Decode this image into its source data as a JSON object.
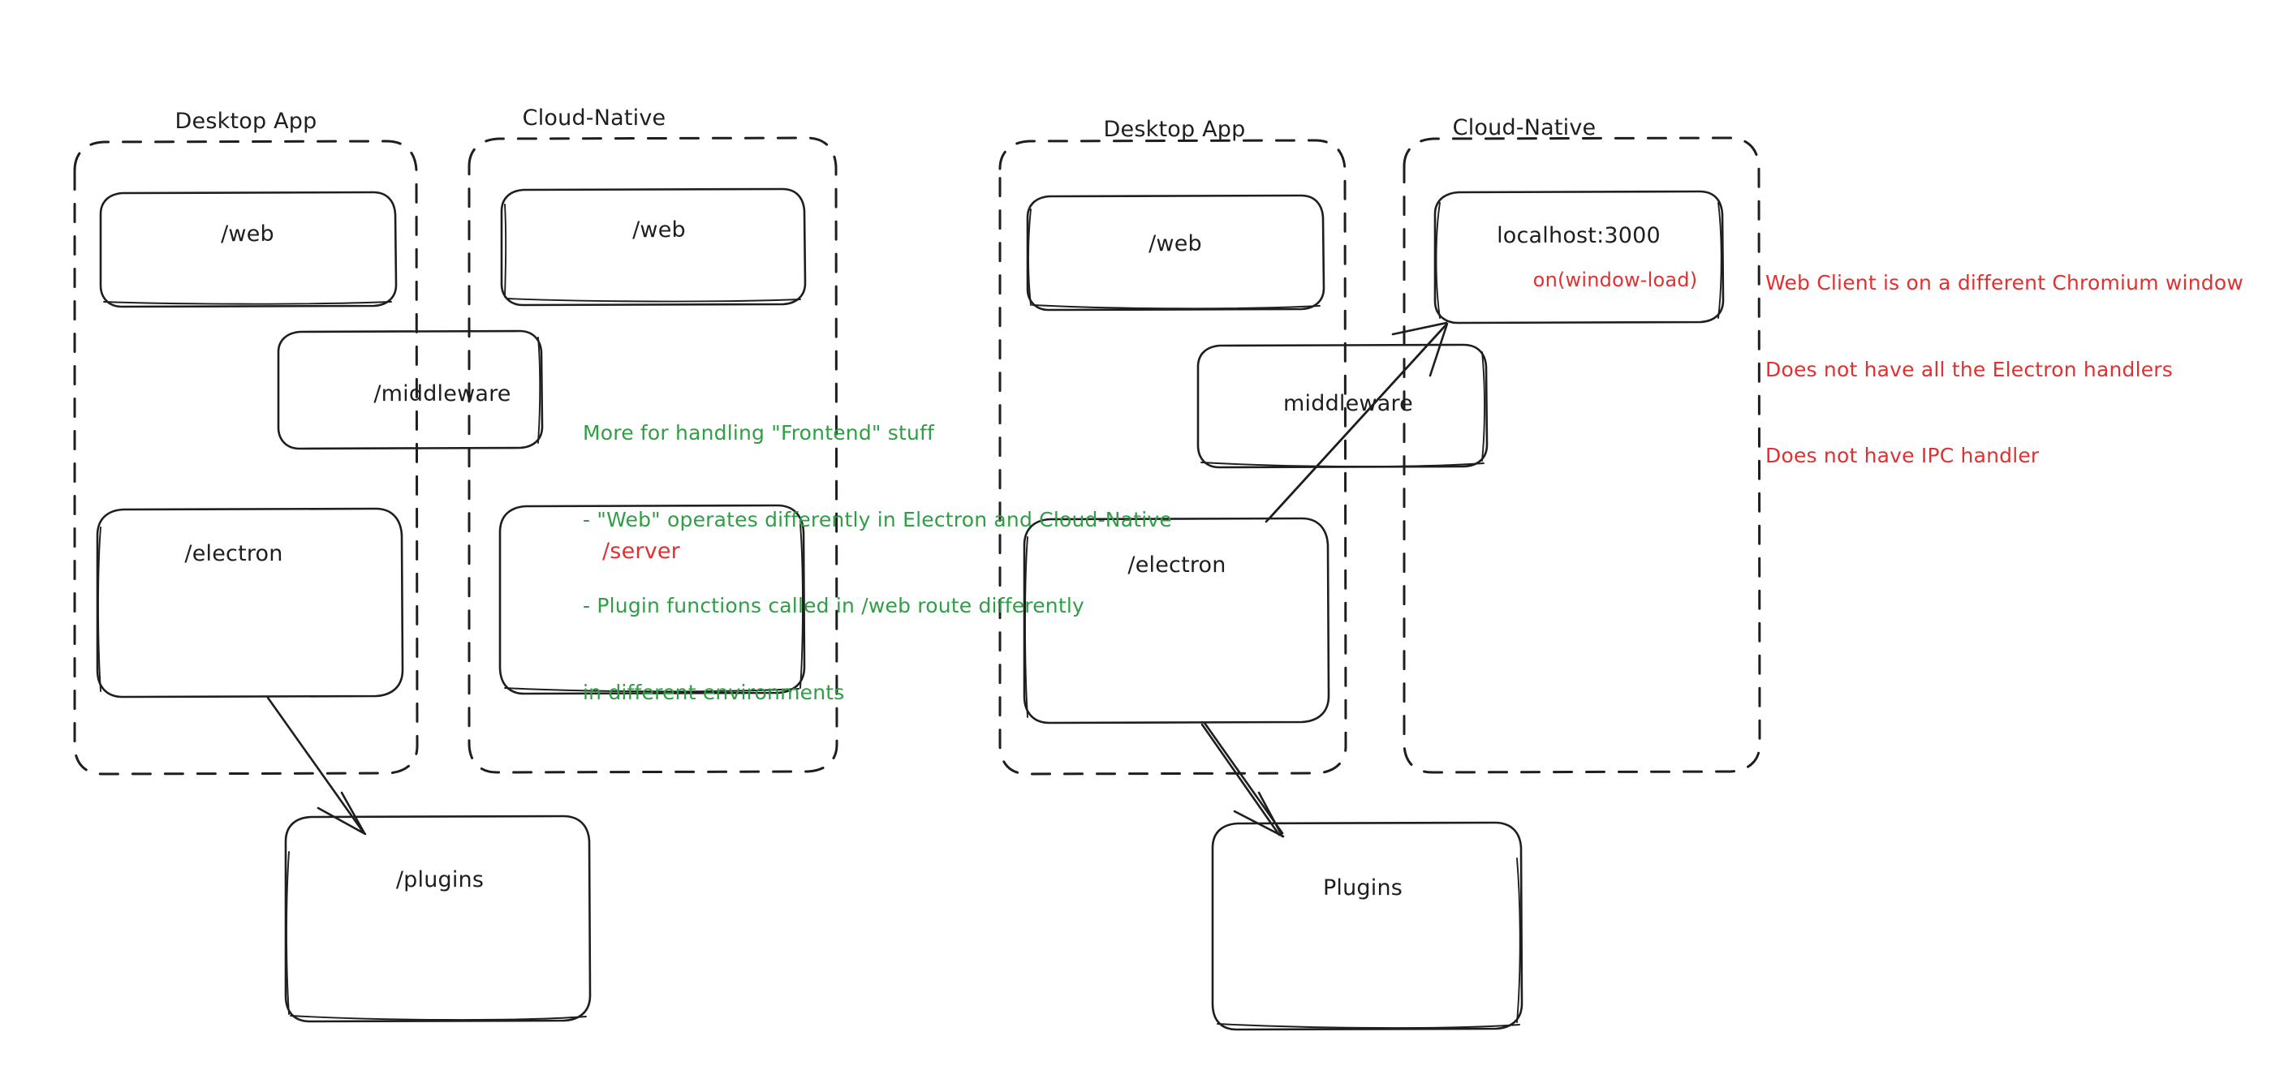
{
  "diagram": {
    "style": "hand-drawn-sketch",
    "background": "#ffffff",
    "stroke_color": "#1e1e1e",
    "accent_colors": {
      "red": "#e03131",
      "green": "#2f9e44",
      "black": "#1e1e1e"
    }
  },
  "left_panel": {
    "groups": [
      {
        "id": "left-desktop",
        "title": "Desktop App"
      },
      {
        "id": "left-cloud",
        "title": "Cloud-Native"
      }
    ],
    "nodes": [
      {
        "id": "left-desktop-web",
        "label": "/web",
        "color": "black"
      },
      {
        "id": "left-cloud-web",
        "label": "/web",
        "color": "black"
      },
      {
        "id": "left-middleware",
        "label": "/middleware",
        "color": "black"
      },
      {
        "id": "left-electron",
        "label": "/electron",
        "color": "black"
      },
      {
        "id": "left-server",
        "label": "/server",
        "color": "red"
      },
      {
        "id": "left-plugins",
        "label": "/plugins",
        "color": "black"
      }
    ],
    "annotation": {
      "color": "green",
      "lines": [
        "More for handling \"Frontend\" stuff",
        "- \"Web\" operates differently in Electron and Cloud-Native",
        "- Plugin functions called in /web route differently",
        "in different environments"
      ]
    },
    "arrows": [
      {
        "from": "left-electron",
        "to": "left-plugins"
      }
    ]
  },
  "right_panel": {
    "groups": [
      {
        "id": "right-desktop",
        "title": "Desktop App"
      },
      {
        "id": "right-cloud",
        "title": "Cloud-Native"
      }
    ],
    "nodes": [
      {
        "id": "right-web",
        "label": "/web",
        "color": "black"
      },
      {
        "id": "right-localhost",
        "label": "localhost:3000",
        "sublabel": "on(window-load)",
        "color": "black",
        "sublabel_color": "red"
      },
      {
        "id": "right-middleware",
        "label": "middleware",
        "color": "black"
      },
      {
        "id": "right-electron",
        "label": "/electron",
        "color": "black"
      },
      {
        "id": "right-plugins",
        "label": "Plugins",
        "color": "black"
      }
    ],
    "annotation": {
      "color": "red",
      "lines": [
        "Web Client is on a different Chromium window",
        "Does not have all the Electron handlers",
        "Does not have IPC handler"
      ]
    },
    "arrows": [
      {
        "from": "right-electron",
        "to": "right-localhost"
      },
      {
        "from": "right-electron",
        "to": "right-plugins"
      }
    ]
  }
}
